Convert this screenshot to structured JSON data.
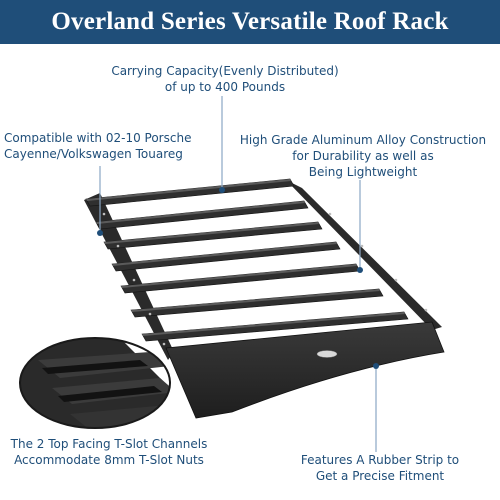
{
  "header": {
    "title": "Overland Series Versatile Roof Rack",
    "background": "#1f4e79"
  },
  "callouts": {
    "capacity": {
      "line1": "Carrying Capacity(Evenly Distributed)",
      "line2": "of up to 400 Pounds"
    },
    "compatibility": {
      "line1": "Compatible with  02-10 Porsche",
      "line2": "Cayenne/Volkswagen Touareg"
    },
    "material": {
      "line1": "High Grade Aluminum Alloy Construction",
      "line2": "for Durability as well as",
      "line3": "Being Lightweight"
    },
    "channels": {
      "line1": "The 2 Top Facing T-Slot Channels",
      "line2": "Accommodate 8mm T-Slot Nuts"
    },
    "fitment": {
      "line1": "Features A Rubber Strip to",
      "line2": "Get a Precise Fitment"
    }
  },
  "colors": {
    "text": "#1f4e79",
    "rack": "#2b2b2b",
    "pointer_line": "#8aa7c4",
    "pointer_dot": "#1f4e79"
  },
  "product_image": {
    "subject": "roof-rack",
    "detail_inset": "t-slot-channel-closeup"
  }
}
